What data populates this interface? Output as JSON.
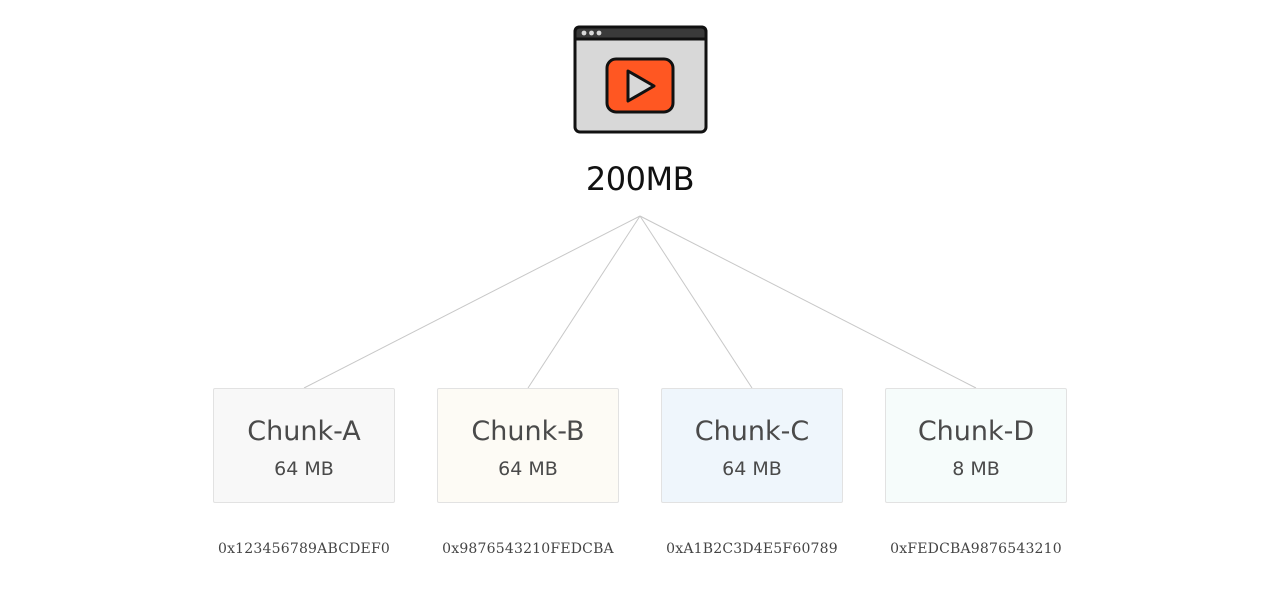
{
  "root": {
    "icon": "video-player-icon",
    "size_label": "200MB"
  },
  "chunks": [
    {
      "name": "Chunk-A",
      "size": "64 MB",
      "hash": "0x123456789ABCDEF0"
    },
    {
      "name": "Chunk-B",
      "size": "64 MB",
      "hash": "0x9876543210FEDCBA"
    },
    {
      "name": "Chunk-C",
      "size": "64 MB",
      "hash": "0xA1B2C3D4E5F60789"
    },
    {
      "name": "Chunk-D",
      "size": "8 MB",
      "hash": "0xFEDCBA9876543210"
    }
  ],
  "colors": {
    "icon_accent": "#ff5722",
    "icon_frame": "#d8d8d8",
    "connector": "#c8c8c8",
    "chunk_a_bg": "#f8f8f8",
    "chunk_b_bg": "#fdfbf5",
    "chunk_c_bg": "#eff6fc",
    "chunk_d_bg": "#f6fcfb"
  }
}
